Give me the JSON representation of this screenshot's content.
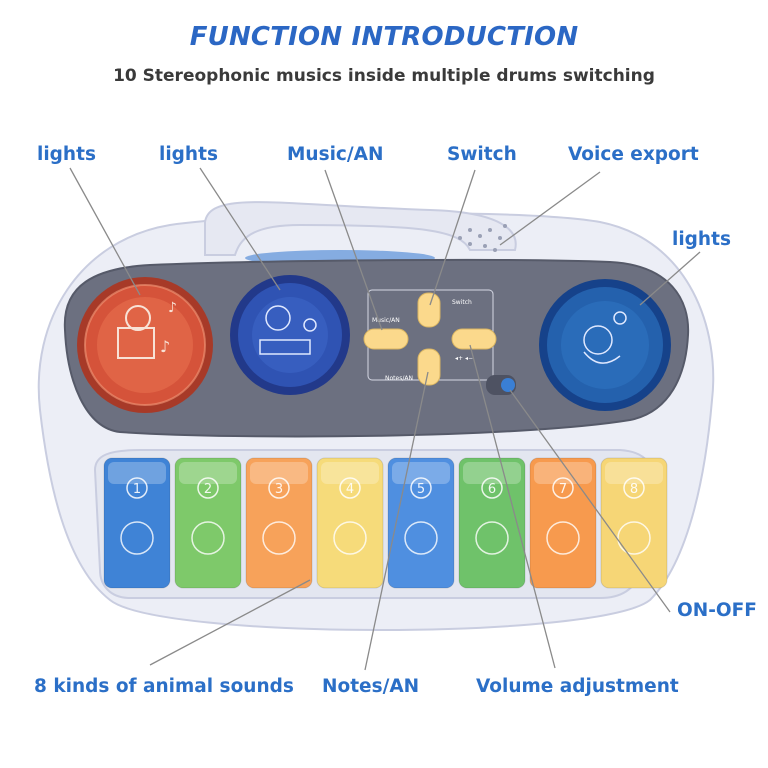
{
  "header": {
    "title": "FUNCTION INTRODUCTION",
    "subtitle": "10 Stereophonic musics inside multiple drums switching"
  },
  "callouts": {
    "lights_left": "lights",
    "lights_center": "lights",
    "music_an": "Music/AN",
    "switch": "Switch",
    "voice_export": "Voice export",
    "lights_right": "lights",
    "on_off": "ON-OFF",
    "animal_sounds": "8 kinds of animal sounds",
    "notes_an": "Notes/AN",
    "volume": "Volume adjustment"
  },
  "device": {
    "panel_labels": {
      "music": "Music/AN",
      "switch": "Switch",
      "notes": "Notes/AN"
    },
    "keys": [
      {
        "number": "1",
        "color": "#3f83d6"
      },
      {
        "number": "2",
        "color": "#7ec96a"
      },
      {
        "number": "3",
        "color": "#f7a25a"
      },
      {
        "number": "4",
        "color": "#f6db7a"
      },
      {
        "number": "5",
        "color": "#4f8fe0"
      },
      {
        "number": "6",
        "color": "#6fc26a"
      },
      {
        "number": "7",
        "color": "#f79a4e"
      },
      {
        "number": "8",
        "color": "#f6d676"
      }
    ],
    "drums": [
      {
        "name": "left-drum",
        "color": "#c9462e"
      },
      {
        "name": "center-drum",
        "color": "#2f4fa8"
      },
      {
        "name": "right-drum",
        "color": "#1f5aa8"
      }
    ]
  },
  "colors": {
    "label_blue": "#2b6fc7",
    "title_blue": "#2b67c4",
    "panel_gray": "#6b6f7e",
    "body_white": "#eef0f7",
    "button_yellow": "#fbd98c"
  }
}
